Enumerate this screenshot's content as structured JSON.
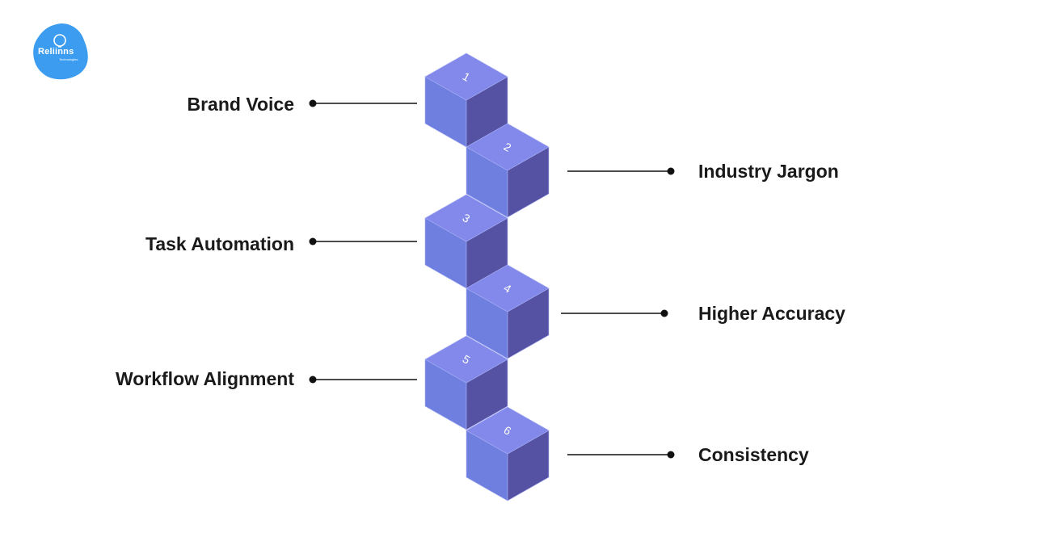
{
  "brand": {
    "name": "Reliinns",
    "tagline": "Technologies",
    "color": "#3b9cf0"
  },
  "colors": {
    "cube_top": "#8289ea",
    "cube_left": "#6e7fe0",
    "cube_right": "#5552a3",
    "cube_edge": "#a9b0f5",
    "line": "#111111"
  },
  "steps": [
    {
      "number": "1",
      "label": "Brand Voice"
    },
    {
      "number": "2",
      "label": "Industry Jargon"
    },
    {
      "number": "3",
      "label": "Task Automation"
    },
    {
      "number": "4",
      "label": "Higher Accuracy"
    },
    {
      "number": "5",
      "label": "Workflow Alignment"
    },
    {
      "number": "6",
      "label": "Consistency"
    }
  ]
}
